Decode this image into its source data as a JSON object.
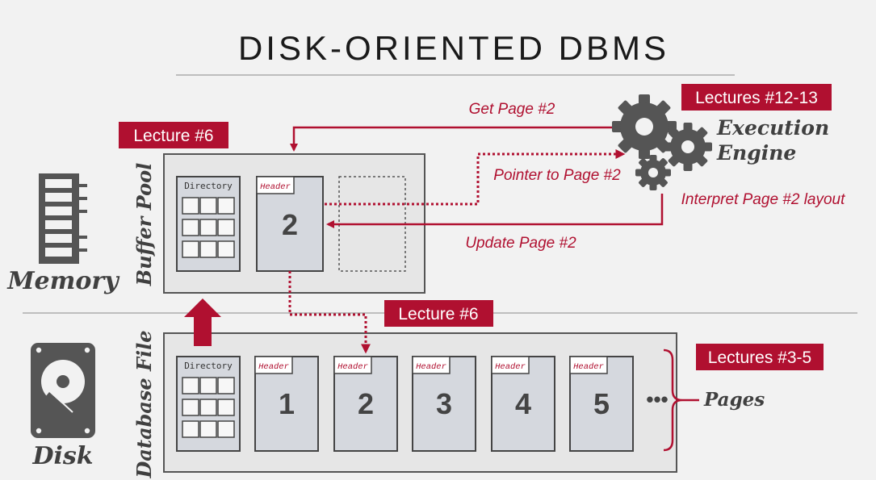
{
  "title": "DISK-ORIENTED DBMS",
  "tiers": {
    "memory": "Memory",
    "disk": "Disk"
  },
  "buffer_pool": {
    "label": "Buffer Pool",
    "directory_label": "Directory",
    "page": {
      "header": "Header",
      "number": "2"
    },
    "badge": "Lecture #6"
  },
  "database_file": {
    "label": "Database File",
    "directory_label": "Directory",
    "pages": [
      {
        "header": "Header",
        "number": "1"
      },
      {
        "header": "Header",
        "number": "2"
      },
      {
        "header": "Header",
        "number": "3"
      },
      {
        "header": "Header",
        "number": "4"
      },
      {
        "header": "Header",
        "number": "5"
      }
    ],
    "ellipsis": "•••",
    "pages_label": "Pages",
    "pages_badge": "Lectures #3-5"
  },
  "transfer_badge": "Lecture #6",
  "execution_engine": {
    "line1": "Execution",
    "line2": "Engine",
    "badge": "Lectures #12-13"
  },
  "arrows": {
    "get_page": "Get Page #2",
    "pointer": "Pointer to Page #2",
    "interpret": "Interpret Page #2 layout",
    "update": "Update Page #2"
  },
  "colors": {
    "accent": "#b01030",
    "icon": "#555555",
    "box_fill": "#e6e6e6",
    "page_fill": "#d5d8de"
  }
}
